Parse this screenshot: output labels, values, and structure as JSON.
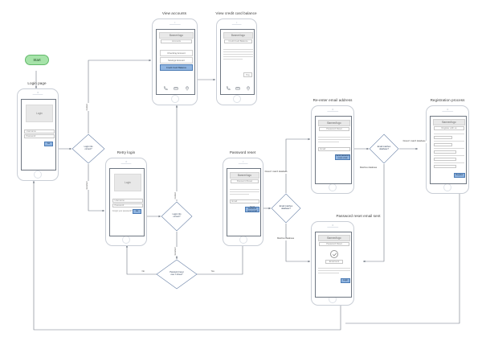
{
  "diagram": {
    "title": "Mobile banking login and password reset user flow",
    "accent_blue": "#8fb4e0",
    "accent_blue_border": "#4d7cb5",
    "start_green": "#a6e3a9",
    "start_green_border": "#63b96b"
  },
  "start": {
    "label": "Start"
  },
  "screens": {
    "login_page": {
      "title": "Login page",
      "image_label": "Login",
      "fields": [
        "Username",
        "Password"
      ],
      "button": "Go"
    },
    "view_accounts": {
      "title": "View accounts",
      "banner": "Banner/logo",
      "subtitle": "Accounts",
      "items": [
        "Checking Account",
        "Savings Account",
        "Credit Card Balance"
      ],
      "selected_item": "Credit Card Balance",
      "nav_icons": [
        "phone-icon",
        "card-icon",
        "location-pin-icon"
      ]
    },
    "view_credit_card_balance": {
      "title": "View credit card balance",
      "banner": "Banner/logo",
      "subtitle": "Credit Card Balance",
      "button": "Pay",
      "nav_icons": [
        "phone-icon",
        "card-icon",
        "location-pin-icon"
      ]
    },
    "retry_login": {
      "title": "Retry login",
      "image_label": "Login",
      "fields": [
        "Username",
        "Password"
      ],
      "helper_text": "Forgot your password?",
      "button": "Go"
    },
    "password_reset": {
      "title": "Password reset",
      "banner": "Banner/logo",
      "subtitle": "Password Reset",
      "field": "Email",
      "button": "Send password reset email"
    },
    "re_enter_email": {
      "title": "Re-enter email address",
      "banner": "Banner/logo",
      "subtitle": "Password Reset",
      "field": "Email",
      "button": "Send password reset email"
    },
    "password_reset_email_sent": {
      "title": "Password reset email sent",
      "banner": "Banner/logo",
      "subtitle": "Password Reset",
      "check_icon": "check-circle-icon",
      "confirm_label": "Email sent",
      "button": "Login"
    },
    "registration_process": {
      "title": "Registration process",
      "banner": "Banner/logo",
      "subtitle": "Register with us",
      "button": "Register"
    }
  },
  "decisions": {
    "login_correct_1": {
      "line1": "Login info",
      "line2": "correct?"
    },
    "login_correct_2": {
      "line1": "Login info",
      "line2": "correct?"
    },
    "password_reset_times": {
      "line1": "Password reset",
      "line2": "over 3 times?"
    },
    "email_matches_1": {
      "line1": "Email matches",
      "line2": "database?"
    },
    "email_matches_2": {
      "line1": "Email matches",
      "line2": "database?"
    }
  },
  "edges": {
    "correct_top": "Correct",
    "incorrect_left": "Incorrect",
    "correct_mid": "Correct",
    "incorrect_mid": "Incorrect",
    "no_label": "No",
    "yes_label": "Yes",
    "doesnt_match_1": "Doesn't match database",
    "matches_1": "Matches database",
    "doesnt_match_2": "Doesn't match database",
    "matches_2": "Matches database"
  }
}
